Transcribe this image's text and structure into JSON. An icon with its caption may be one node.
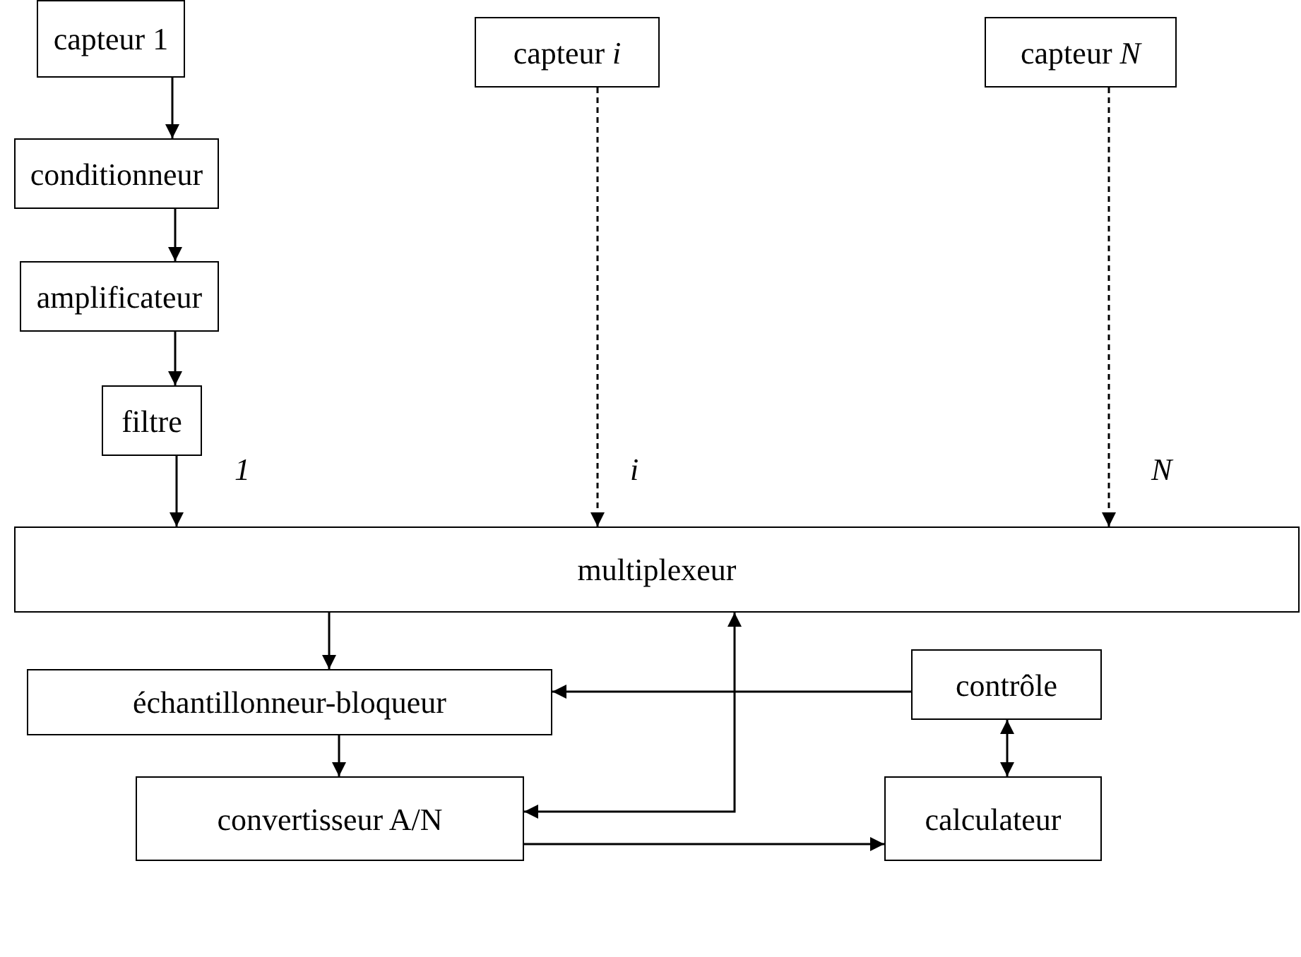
{
  "diagram": {
    "nodes": [
      {
        "text": [
          "capteur 1"
        ]
      },
      {
        "text": [
          "capteur *i*"
        ]
      },
      {
        "text": [
          "capteur *N*"
        ]
      },
      {
        "text": [
          "conditionneur"
        ]
      },
      {
        "text": [
          "amplificateur"
        ]
      },
      {
        "text": [
          "filtre"
        ]
      },
      {
        "text": [
          "multiplexeur"
        ]
      },
      {
        "text": [
          "échantillonneur-bloqueur"
        ]
      },
      {
        "text": [
          "contrôle"
        ]
      },
      {
        "text": [
          "convertisseur A/N"
        ]
      },
      {
        "text": [
          "calculateur"
        ]
      }
    ],
    "edges": [
      {
        "from": 0,
        "to": 3,
        "arrow": "to"
      },
      {
        "from": 3,
        "to": 4,
        "arrow": "to"
      },
      {
        "from": 4,
        "to": 5,
        "arrow": "to"
      },
      {
        "from": 5,
        "to": 6,
        "arrow": "to"
      },
      {
        "from": 1,
        "to": 6,
        "arrow": "to",
        "style": "dashed"
      },
      {
        "from": 2,
        "to": 6,
        "arrow": "to",
        "style": "dashed"
      },
      {
        "from": 6,
        "to": 7,
        "arrow": "to"
      },
      {
        "from": 8,
        "to": 7,
        "arrow": "to"
      },
      {
        "from": 8,
        "to": 10,
        "arrow": "both"
      },
      {
        "from": 7,
        "to": 9,
        "arrow": "to"
      },
      {
        "from": 9,
        "to": 10,
        "arrow": "to"
      },
      {
        "from": 9,
        "to": 6,
        "arrow": "both"
      }
    ],
    "labels": [
      "1",
      "i",
      "N"
    ]
  }
}
